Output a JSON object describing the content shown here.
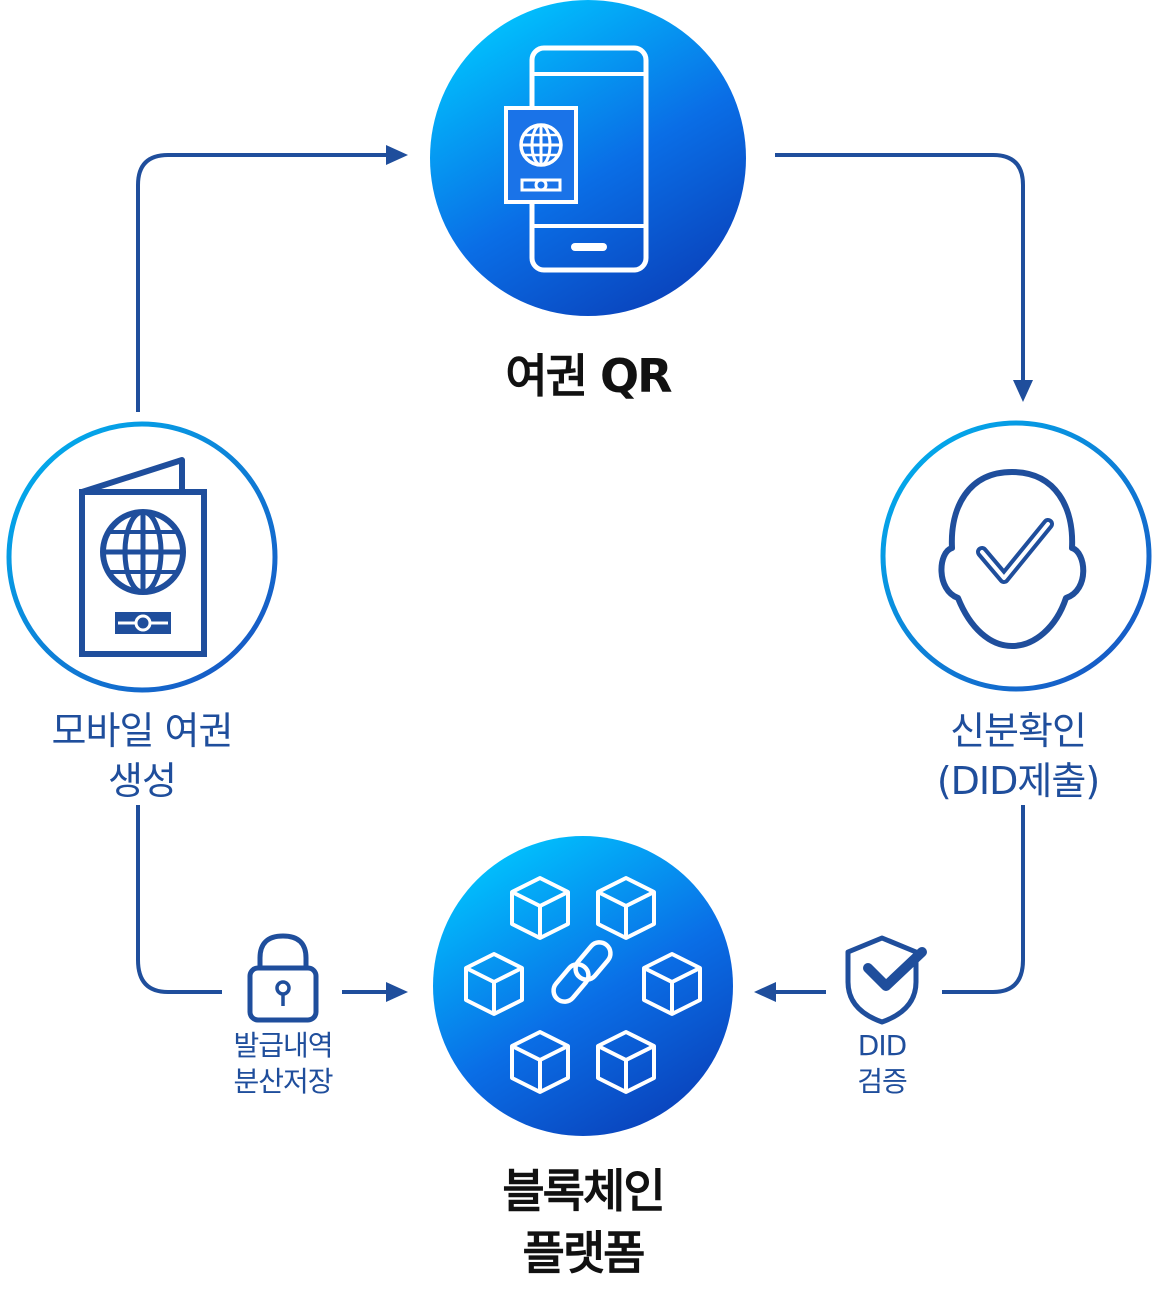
{
  "nodes": {
    "passport_qr": {
      "label": "여권 QR"
    },
    "mobile_passport": {
      "line1": "모바일 여권",
      "line2": "생성"
    },
    "identity_check": {
      "line1": "신분확인",
      "line2": "(DID제출)"
    },
    "blockchain": {
      "line1": "블록체인",
      "line2": "플랫폼"
    }
  },
  "edges": {
    "issuance_storage": {
      "line1": "발급내역",
      "line2": "분산저장"
    },
    "did_verification": {
      "line1": "DID",
      "line2": "검증"
    }
  },
  "icons": {
    "passport_qr": "phone-passport-icon",
    "mobile_passport": "passport-icon",
    "identity_check": "face-check-icon",
    "blockchain": "blockchain-cubes-icon",
    "issuance_storage": "padlock-icon",
    "did_verification": "shield-check-icon"
  },
  "colors": {
    "arrow": "#1f4e9c",
    "gradient_start": "#00c8ff",
    "gradient_end": "#0a3fb8",
    "ring_start": "#00b4f0",
    "ring_end": "#1a4fc0",
    "icon_blue": "#1f4e9c"
  }
}
